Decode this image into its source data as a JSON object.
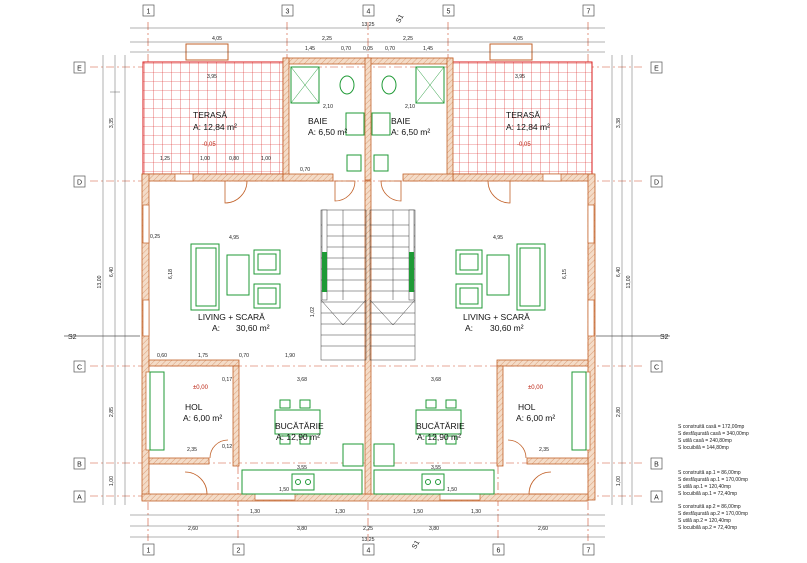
{
  "axes": {
    "top": [
      "1",
      "3",
      "4",
      "5",
      "7"
    ],
    "bottom": [
      "1",
      "2",
      "4",
      "6",
      "7"
    ],
    "left": [
      "E",
      "D",
      "C",
      "B",
      "A"
    ],
    "right": [
      "E",
      "D",
      "C",
      "B",
      "A"
    ]
  },
  "rooms": {
    "terasa_left": {
      "name": "TERASĂ",
      "area": "A: 12,84 m²",
      "level": "-0,05"
    },
    "terasa_right": {
      "name": "TERASĂ",
      "area": "A: 12,84 m²",
      "level": "-0,05"
    },
    "baie_left": {
      "name": "BAIE",
      "area": "A: 6,50 m²"
    },
    "baie_right": {
      "name": "BAIE",
      "area": "A: 6,50 m²"
    },
    "living_left": {
      "name": "LIVING + SCARĂ",
      "area_prefix": "A:",
      "area": "30,60 m²"
    },
    "living_right": {
      "name": "LIVING + SCARĂ",
      "area_prefix": "A:",
      "area": "30,60 m²"
    },
    "hol_left": {
      "name": "HOL",
      "area": "A: 6,00 m²",
      "level": "±0,00"
    },
    "hol_right": {
      "name": "HOL",
      "area": "A: 6,00 m²",
      "level": "±0,00"
    },
    "bucatarie_left": {
      "name": "BUCĂTĂRIE",
      "area": "A: 12,90 m²"
    },
    "bucatarie_right": {
      "name": "BUCĂTĂRIE",
      "area": "A: 12,90 m²"
    }
  },
  "dimensions": {
    "top_total": "13,25",
    "top_row1": [
      "4,05",
      "2,25",
      "2,25",
      "4,05"
    ],
    "top_row2": [
      "1,45",
      "0,70",
      "0,05",
      "0,70",
      "1,45"
    ],
    "bottom_total": "13,25",
    "bottom_row1": [
      "2,60",
      "3,80",
      "2,25",
      "3,80",
      "2,60"
    ],
    "bottom_row2": [
      "1,30",
      "1,30",
      "1,50",
      "1,30"
    ],
    "left_total": "13,00",
    "right_total": "13,00",
    "left_segments": [
      "3,35",
      "6,40",
      "2,85",
      "1,00"
    ],
    "right_segments": [
      "3,38",
      "6,40",
      "2,80",
      "1,00"
    ],
    "interior": [
      "3,95",
      "3,95",
      "4,95",
      "4,95",
      "3,68",
      "3,68",
      "3,55",
      "3,55",
      "2,10",
      "2,10",
      "1,75",
      "0,70",
      "1,90",
      "0,60",
      "1,25",
      "1,00",
      "0,80",
      "1,00",
      "2,35",
      "2,35",
      "6,18",
      "6,15",
      "1,50",
      "1,50",
      "1,02",
      "0,25",
      "0,17",
      "0,12",
      "0,70"
    ]
  },
  "section_marks": [
    "S2",
    "S2",
    "S1",
    "S1"
  ],
  "summary": {
    "block1": [
      "S construită casă    = 172,00mp",
      "S desfăşurată casă = 340,00mp",
      "S utilă casă         = 240,80mp",
      "S locuibilă           = 144,80mp"
    ],
    "block2": [
      "S construită ap.1    = 86,00mp",
      "S desfăşurată ap.1 = 170,00mp",
      "S utilă ap.1          = 120,40mp",
      "S locuibilă ap.1      = 72,40mp"
    ],
    "block3": [
      "S construită ap.2    = 86,00mp",
      "S desfăşurată ap.2 = 170,00mp",
      "S utilă ap.2          = 120,40mp",
      "S locuibilă ap.2      = 72,40mp"
    ]
  },
  "colors": {
    "wall": "#c2622a",
    "wall_fill": "#f2d9c4",
    "axis": "#d05030",
    "grid": "#d81b1b",
    "furniture": "#1f9a36",
    "dim": "#3b3b3b"
  }
}
